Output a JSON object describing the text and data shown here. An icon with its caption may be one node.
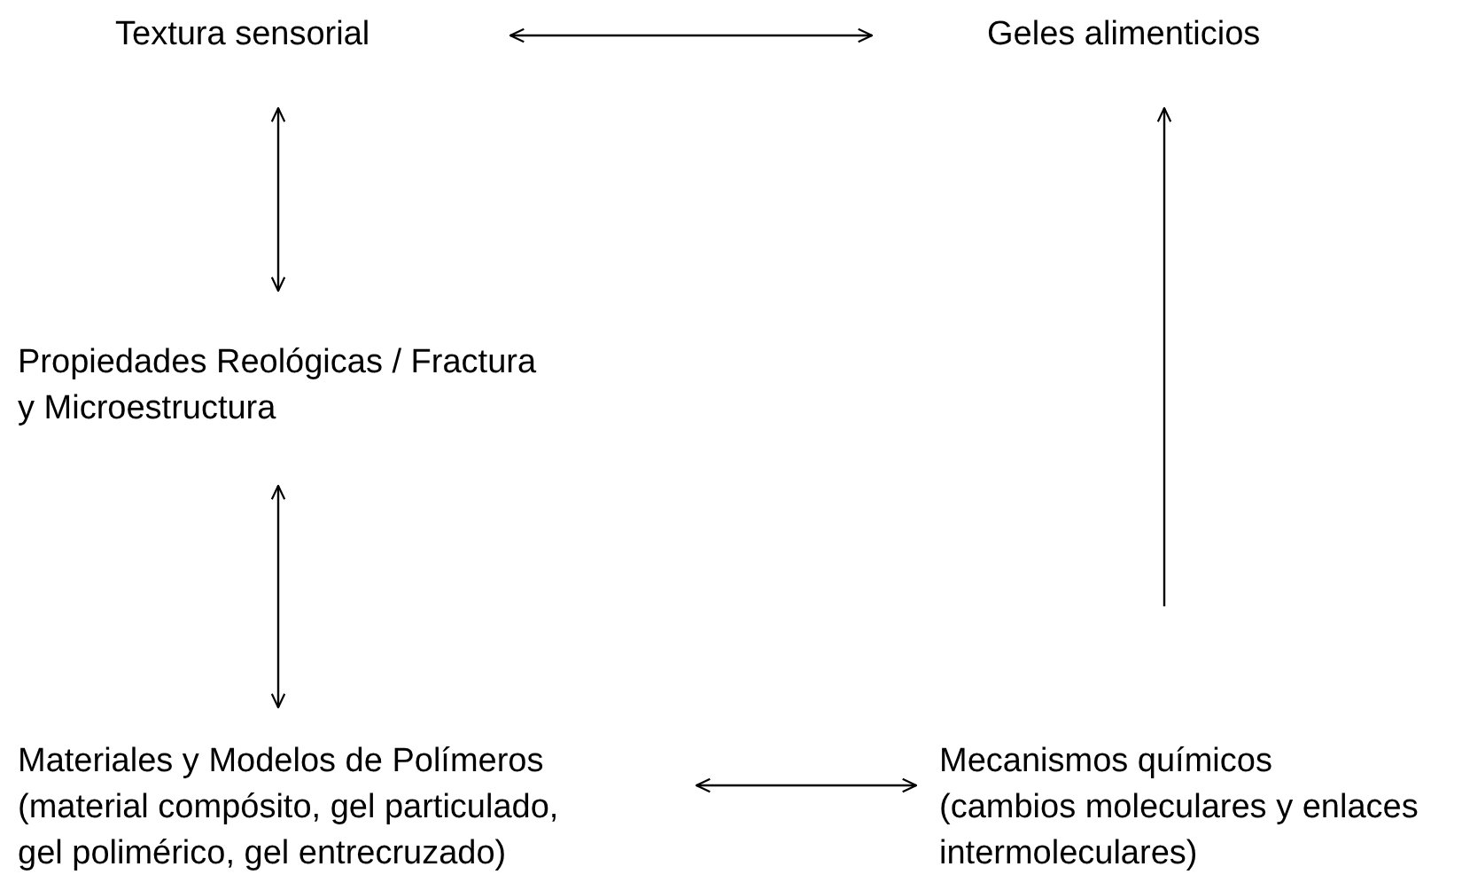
{
  "diagram": {
    "nodes": [
      {
        "text": [
          "Textura sensorial"
        ]
      },
      {
        "text": [
          "Geles alimenticios"
        ]
      },
      {
        "text": [
          "Propiedades Reológicas / Fractura y Microestructura"
        ]
      },
      {
        "text": [
          "Materiales y Modelos de Polímeros",
          "(material compósito, gel particulado, gel polimérico, gel entrecruzado)"
        ]
      },
      {
        "text": [
          "Mecanismos químicos",
          "(cambios moleculares y enlaces intermoleculares)"
        ]
      }
    ],
    "edges": [
      {
        "from": 0,
        "to": 1,
        "arrow": "both"
      },
      {
        "from": 0,
        "to": 2,
        "arrow": "both"
      },
      {
        "from": 2,
        "to": 3,
        "arrow": "both"
      },
      {
        "from": 3,
        "to": 4,
        "arrow": "both"
      },
      {
        "from": 4,
        "to": 1,
        "arrow": "to"
      }
    ]
  }
}
